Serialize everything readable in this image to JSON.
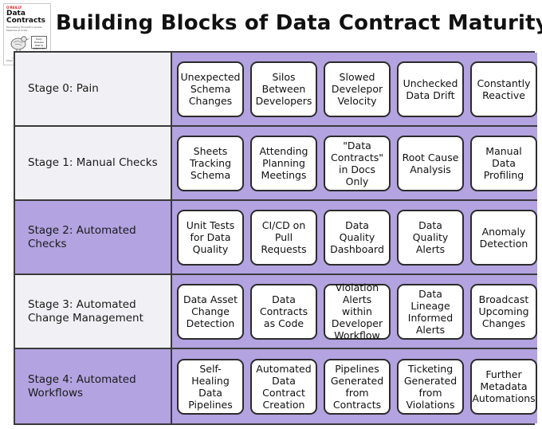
{
  "book": {
    "publisher": "O'REILLY",
    "title": "Data Contracts",
    "subtitle": "Developing Production-Grade Pipelines at Scale",
    "badge": "Early Release RAW & UNEDITED",
    "authors": "Chad Sanderson & Mark Freeman"
  },
  "title": "Building Blocks of Data Contract Maturity",
  "colors": {
    "purple": "#b3a3e0",
    "light": "#f1f1f5",
    "border": "#2b2b2b"
  },
  "stages": [
    {
      "label": "Stage 0: Pain",
      "cards": [
        "Unexpected Schema Changes",
        "Silos Between Developers",
        "Slowed Develepor Velocity",
        "Unchecked Data Drift",
        "Constantly Reactive"
      ]
    },
    {
      "label": "Stage 1: Manual Checks",
      "cards": [
        "Sheets Tracking Schema",
        "Attending Planning Meetings",
        "\"Data Contracts\" in Docs Only",
        "Root Cause Analysis",
        "Manual Data Profiling"
      ]
    },
    {
      "label": "Stage 2: Automated Checks",
      "cards": [
        "Unit Tests for Data Quality",
        "CI/CD on Pull Requests",
        "Data Quality Dashboard",
        "Data Quality Alerts",
        "Anomaly Detection"
      ]
    },
    {
      "label": "Stage 3: Automated Change Management",
      "cards": [
        "Data Asset Change Detection",
        "Data Contracts as Code",
        "Violation Alerts within Developer Workflow",
        "Data Lineage Informed Alerts",
        "Broadcast Upcoming Changes"
      ]
    },
    {
      "label": "Stage 4: Automated Workflows",
      "cards": [
        "Self-Healing Data Pipelines",
        "Automated Data Contract Creation",
        "Pipelines Generated from Contracts",
        "Ticketing Generated from Violations",
        "Further Metadata Automations"
      ]
    }
  ]
}
